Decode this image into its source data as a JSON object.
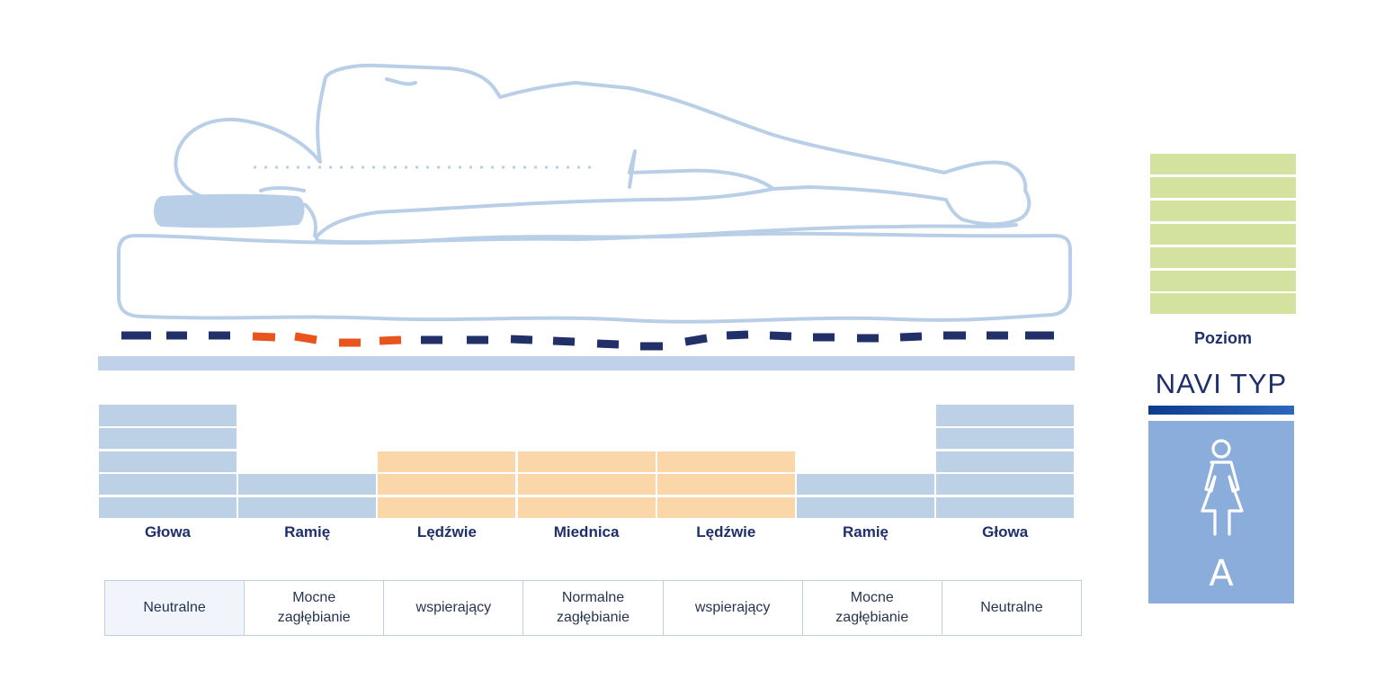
{
  "colors": {
    "outline": "#b9cfe8",
    "support_dash": "#22306a",
    "dip_dash": "#e9531c",
    "base_bar": "#bfd2e9",
    "zone_soft": "#bcd0e6",
    "zone_support": "#fbd6a8",
    "level_bar": "#d3e29e",
    "label_text": "#1f2f6b",
    "type_card": "#8aaddc"
  },
  "zones": [
    {
      "label": "Głowa",
      "level": 5,
      "kind": "soft"
    },
    {
      "label": "Ramię",
      "level": 2,
      "kind": "soft"
    },
    {
      "label": "Lędźwie",
      "level": 3,
      "kind": "support"
    },
    {
      "label": "Miednica",
      "level": 3,
      "kind": "support"
    },
    {
      "label": "Lędźwie",
      "level": 3,
      "kind": "support"
    },
    {
      "label": "Ramię",
      "level": 2,
      "kind": "soft"
    },
    {
      "label": "Głowa",
      "level": 5,
      "kind": "soft"
    }
  ],
  "descriptions": [
    [
      "Neutralne"
    ],
    [
      "Mocne",
      "zagłębianie"
    ],
    [
      "wspierający"
    ],
    [
      "Normalne",
      "zagłębianie"
    ],
    [
      "wspierający"
    ],
    [
      "Mocne",
      "zagłębianie"
    ],
    [
      "Neutralne"
    ]
  ],
  "level_scale": {
    "label": "Poziom",
    "levels": 7
  },
  "navi": {
    "title": "NAVI TYP",
    "type_letter": "A",
    "type_icon": "woman-figure-icon"
  },
  "icons": [
    "sleeping-person-icon",
    "pillow-icon",
    "mattress-icon",
    "woman-figure-icon"
  ]
}
